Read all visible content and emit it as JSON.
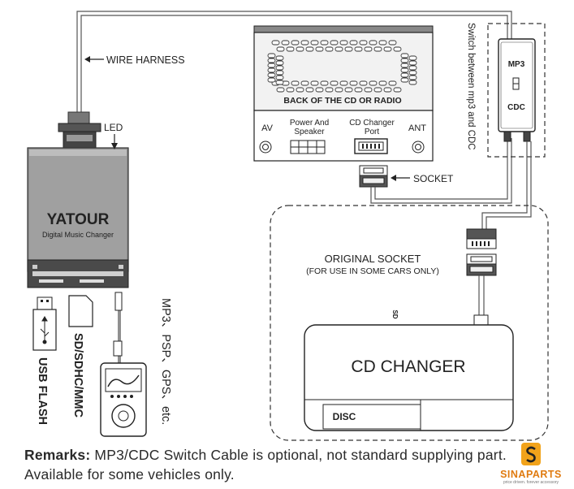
{
  "labels": {
    "wire_harness": "WIRE HARNESS",
    "led": "LED",
    "back_of_radio": "BACK OF THE CD OR RADIO",
    "av": "AV",
    "power_speaker_1": "Power And",
    "power_speaker_2": "Speaker",
    "cd_port_1": "CD Changer",
    "cd_port_2": "Port",
    "ant": "ANT",
    "socket": "SOCKET",
    "switch_text": "Switch between mp3 and CDC",
    "switch_mp3": "MP3",
    "switch_cdc": "CDC",
    "original_socket": "ORIGINAL SOCKET",
    "original_socket_note": "(FOR USE IN SOME CARS ONLY)",
    "cd_changer": "CD CHANGER",
    "disc_logo": "DISC",
    "yatour_logo": "YATOUR",
    "device_subtitle": "Digital Music Changer",
    "usb_flash": "USB FLASH",
    "sd_cards": "SD/SDHC/MMC",
    "sd_logo": "SD",
    "players": "MP3、PSP、GPS、etc."
  },
  "remarks": {
    "bold": "Remarks:",
    "text": " MP3/CDC Switch Cable is optional, not standard supplying part. Available for some vehicles only."
  },
  "brand": {
    "name": "SINAPARTS",
    "tagline": "price driven. forever accessory",
    "color": "#e07b10"
  }
}
